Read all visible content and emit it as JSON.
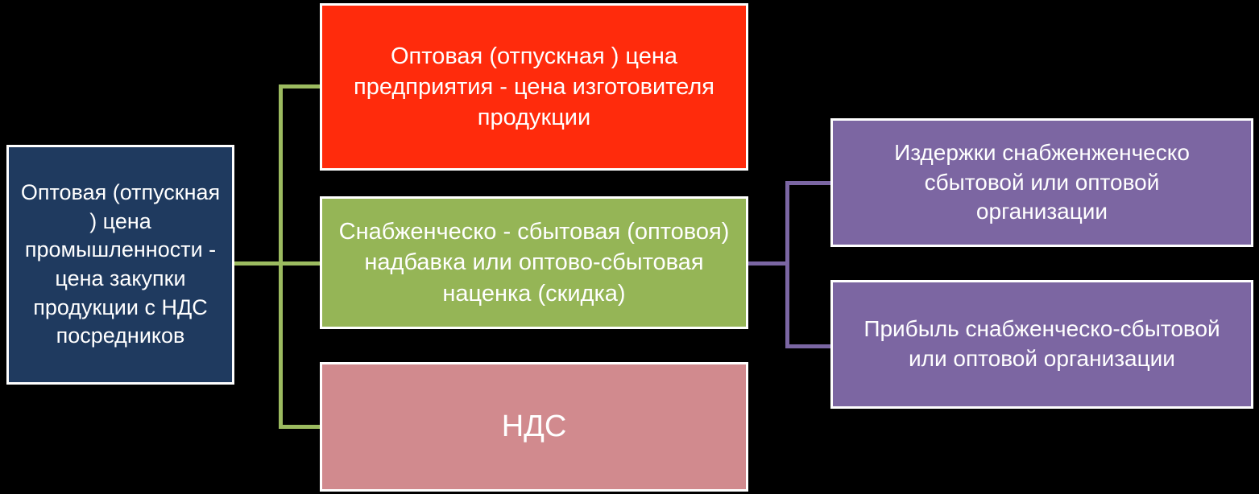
{
  "diagram": {
    "background_color": "#000000",
    "box_border_color": "#FFFFFF",
    "text_color": "#FFFFFF",
    "left_connector_color": "#9CBB60",
    "right_connector_color": "#7B66A3",
    "boxes": {
      "industry_price": {
        "label": "Оптовая (отпускная ) цена промышленности - цена закупки продукции с НДС посредников",
        "color": "#1F3A5F"
      },
      "enterprise_price": {
        "label": "Оптовая (отпускная ) цена предприятия - цена изготовителя продукции",
        "color": "#FF2B0C"
      },
      "sales_markup": {
        "label": "Снабженческо - сбытовая (оптовоя) надбавка или оптово-сбытовая наценка (скидка)",
        "color": "#95B556"
      },
      "vat": {
        "label": "НДС",
        "color": "#D18A8E"
      },
      "costs": {
        "label": "Издержки снабженженческо сбытовой или оптовой организации",
        "color": "#7C66A2"
      },
      "profit": {
        "label": "Прибыль снабженческо-сбытовой или оптовой организации",
        "color": "#7C66A2"
      }
    }
  }
}
